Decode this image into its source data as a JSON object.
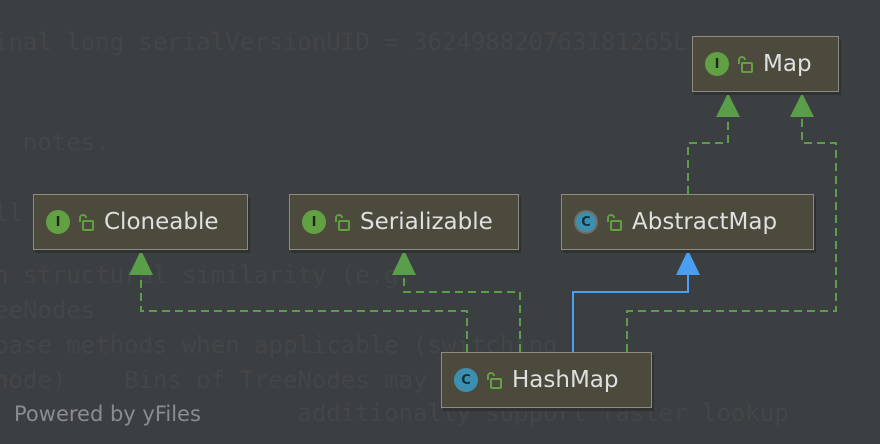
{
  "background_code": [
    "inal long serialVersionUID = 362498820763181265L;",
    "",
    "",
    "  notes.",
    "",
    "",
    "ll                              ",
    "                                ",
    "h structural similarity (e.g.",
    "eeNodes                     ",
    "base methods when applicable (switching",
    "node)    Bins of TreeNodes may be used",
    "                     additionally support faster lookup"
  ],
  "nodes": {
    "map": {
      "name": "Map",
      "kind": "I"
    },
    "cloneable": {
      "name": "Cloneable",
      "kind": "I"
    },
    "serializable": {
      "name": "Serializable",
      "kind": "I"
    },
    "abstractmap": {
      "name": "AbstractMap",
      "kind": "C"
    },
    "hashmap": {
      "name": "HashMap",
      "kind": "C"
    }
  },
  "colors": {
    "interface_edge": "#5a9e4a",
    "class_edge": "#4a9ff2"
  },
  "watermark": "Powered by yFiles"
}
